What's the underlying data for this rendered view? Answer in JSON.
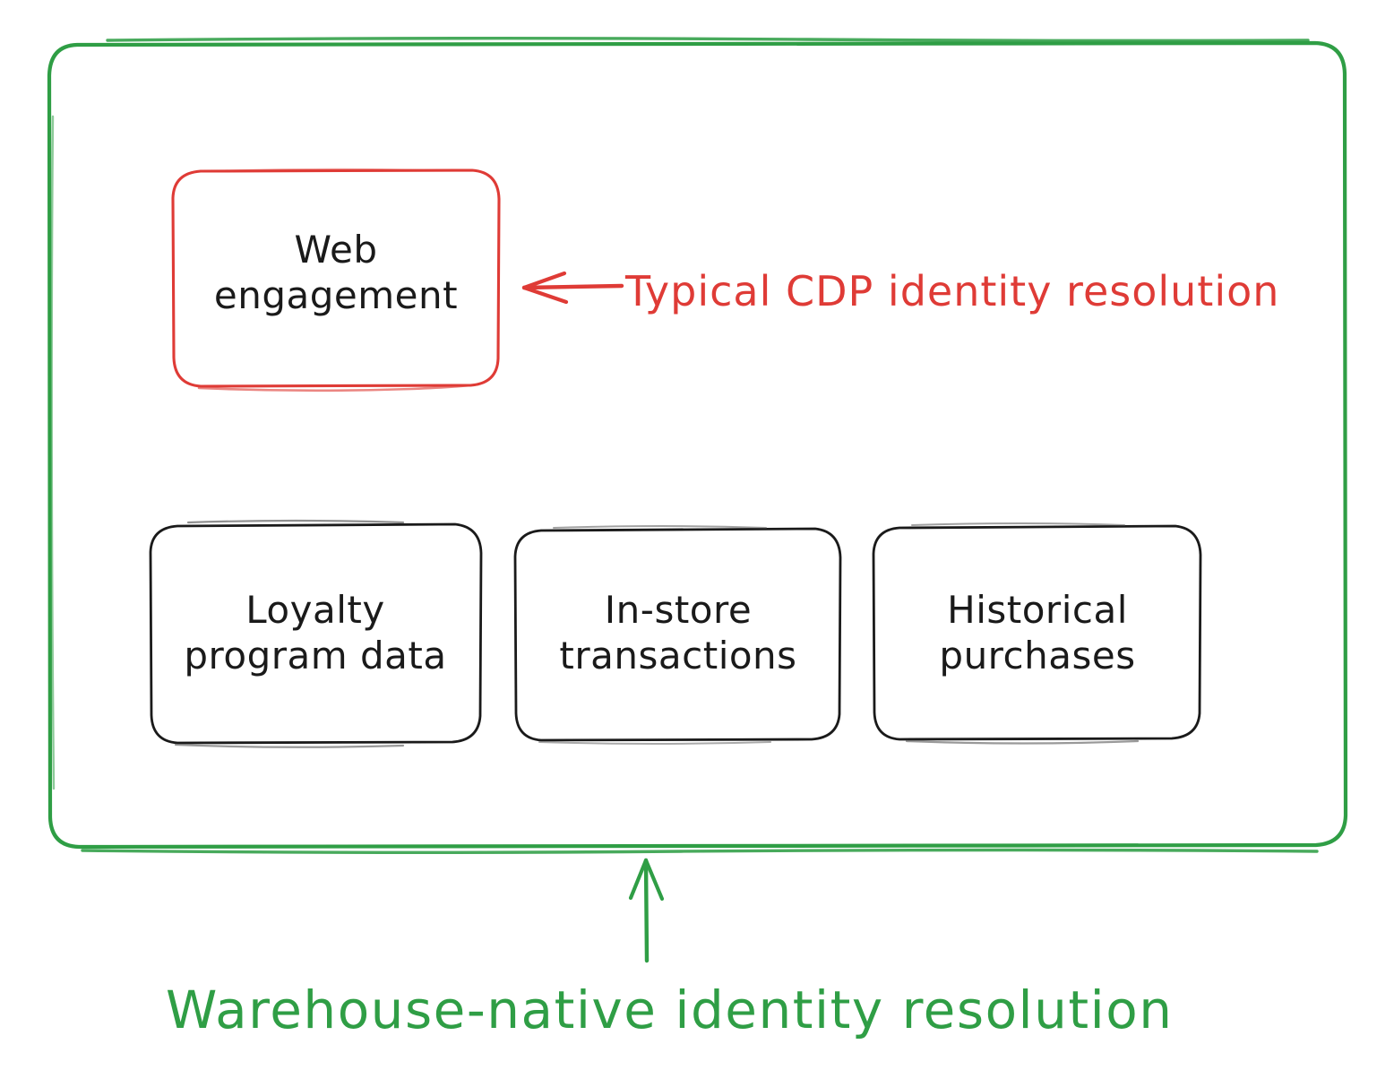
{
  "diagram": {
    "type": "annotated-box-diagram",
    "background": "#ffffff",
    "style": "hand-drawn sketch",
    "outer_container": {
      "name": "warehouse-native-scope",
      "stroke_color": "#2f9e45",
      "fill": "none",
      "shape": "rounded-rectangle"
    },
    "boxes": [
      {
        "id": "web-engagement",
        "label": "Web\nengagement",
        "stroke_color": "#df3b36",
        "text_color": "#1a1a1a"
      },
      {
        "id": "loyalty-program-data",
        "label": "Loyalty\nprogram data",
        "stroke_color": "#1a1a1a",
        "text_color": "#1a1a1a"
      },
      {
        "id": "in-store-transactions",
        "label": "In-store\ntransactions",
        "stroke_color": "#1a1a1a",
        "text_color": "#1a1a1a"
      },
      {
        "id": "historical-purchases",
        "label": "Historical\npurchases",
        "stroke_color": "#1a1a1a",
        "text_color": "#1a1a1a"
      }
    ],
    "annotations": [
      {
        "id": "cdp-annotation",
        "text": "Typical CDP identity resolution",
        "color": "#df3b36",
        "arrow": "left-pointing",
        "points_to": "web-engagement"
      },
      {
        "id": "warehouse-annotation",
        "text": "Warehouse-native identity resolution",
        "color": "#2f9e45",
        "arrow": "up-pointing",
        "points_to": "warehouse-native-scope"
      }
    ]
  }
}
